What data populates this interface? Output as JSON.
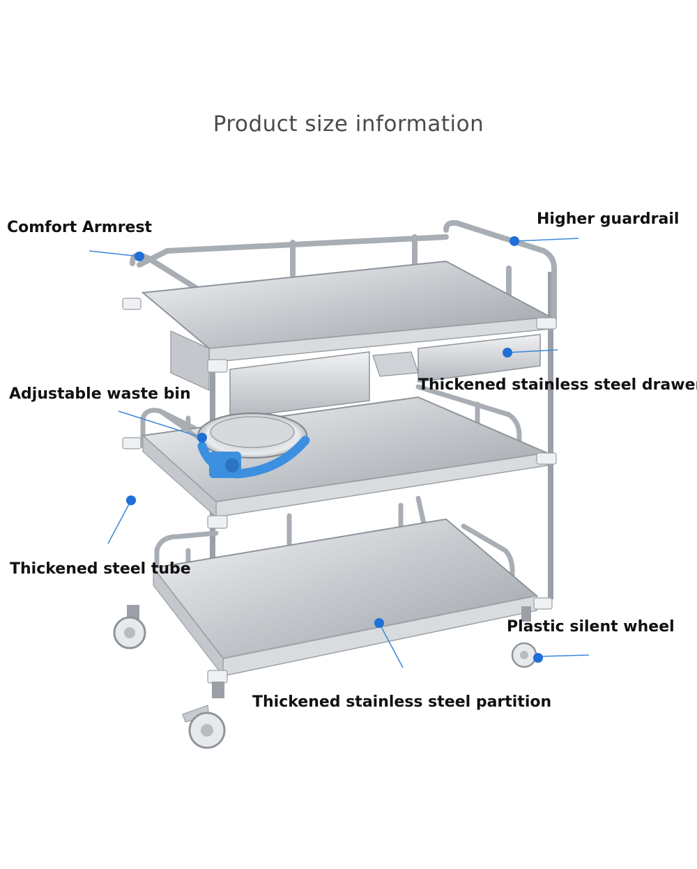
{
  "title": "Product size information",
  "labels": {
    "comfort_armrest": "Comfort Armrest",
    "higher_guardrail": "Higher guardrail",
    "drawer": "Thickened stainless steel drawer",
    "waste_bin": "Adjustable waste bin",
    "steel_tube": "Thickened steel tube",
    "silent_wheel": "Plastic silent wheel",
    "partition": "Thickened stainless steel partition"
  },
  "colors": {
    "marker": "#1f6fd6",
    "leader": "#3a86d8",
    "steel_light": "#e6e8ea",
    "steel_dark": "#8e949a",
    "bin_clamp": "#3d8fe0"
  }
}
